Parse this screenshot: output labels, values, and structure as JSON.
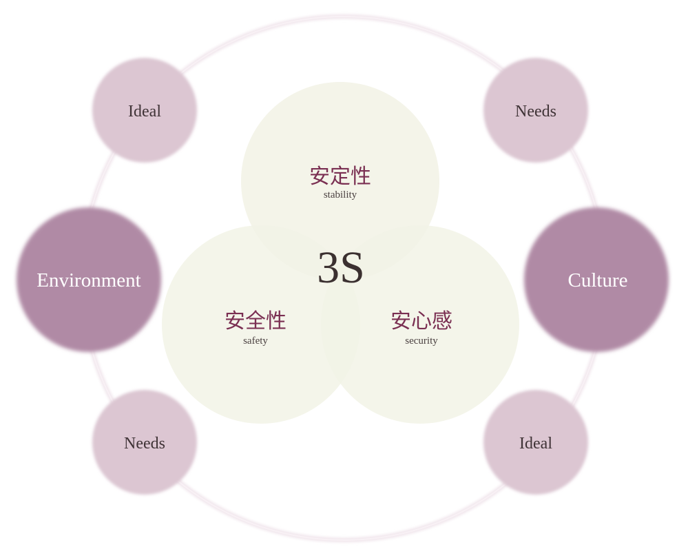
{
  "diagram": {
    "center_label": "3S",
    "inner_circles": [
      {
        "title": "安定性",
        "subtitle": "stability"
      },
      {
        "title": "安全性",
        "subtitle": "safety"
      },
      {
        "title": "安心感",
        "subtitle": "security"
      }
    ],
    "outer_nodes": {
      "top_left": "Ideal",
      "top_right": "Needs",
      "left": "Environment",
      "right": "Culture",
      "bottom_left": "Needs",
      "bottom_right": "Ideal"
    }
  },
  "colors": {
    "ring": "#efe3ea",
    "inner_fill": "#f6f7ee",
    "node_light": "#dcc6d2",
    "node_dark": "#b08aa5",
    "accent_text": "#7a2f52",
    "dark_text": "#3a2f2f",
    "white_text": "#ffffff"
  }
}
